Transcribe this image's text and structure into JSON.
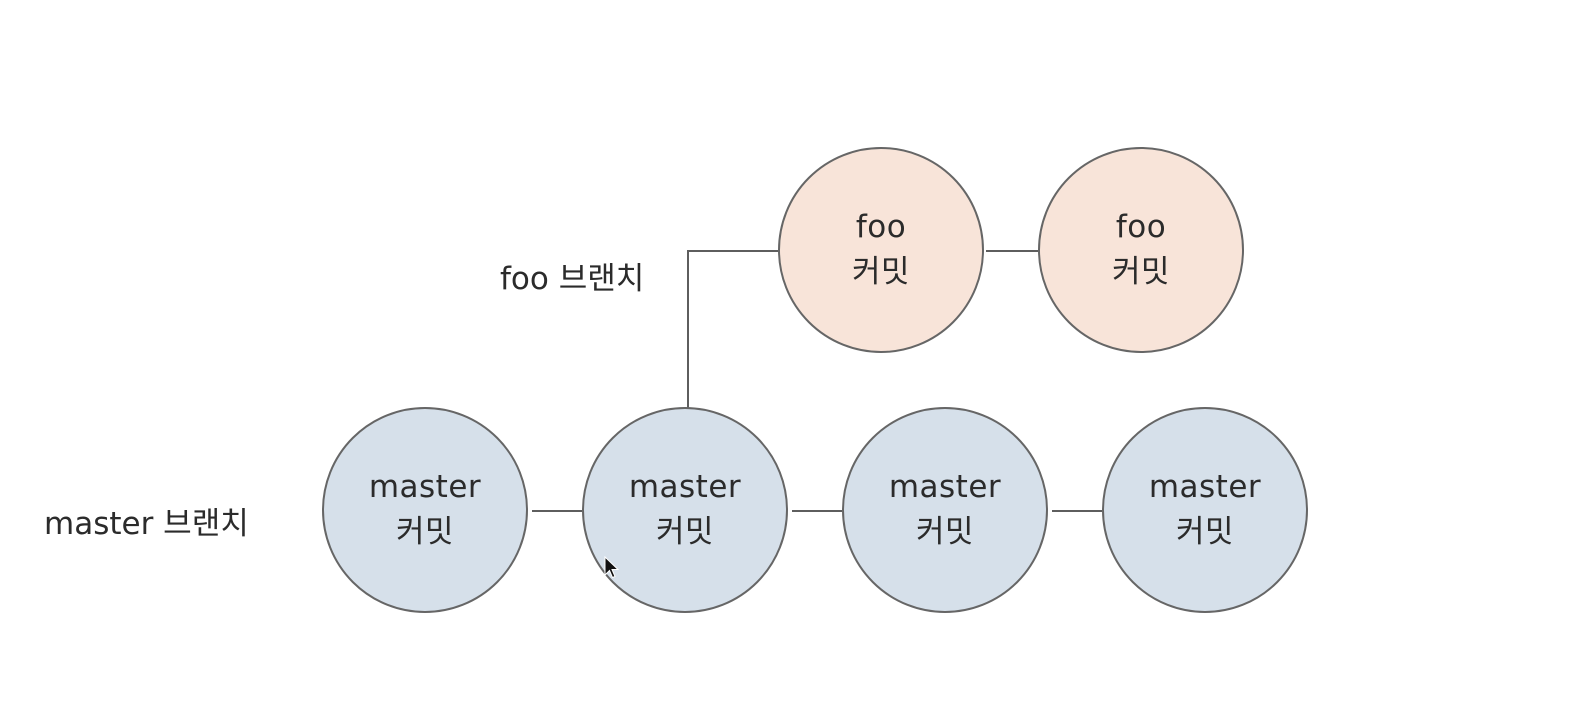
{
  "labels": {
    "master_branch": "master 브랜치",
    "foo_branch": "foo 브랜치"
  },
  "master_commits": [
    {
      "name": "master",
      "sub": "커밋"
    },
    {
      "name": "master",
      "sub": "커밋"
    },
    {
      "name": "master",
      "sub": "커밋"
    },
    {
      "name": "master",
      "sub": "커밋"
    }
  ],
  "foo_commits": [
    {
      "name": "foo",
      "sub": "커밋"
    },
    {
      "name": "foo",
      "sub": "커밋"
    }
  ],
  "colors": {
    "master_fill": "#d6e0ea",
    "foo_fill": "#f8e4d9",
    "stroke": "#666666",
    "line": "#5e5e5e"
  },
  "icons": {
    "pointer": "mouse-pointer-icon"
  }
}
